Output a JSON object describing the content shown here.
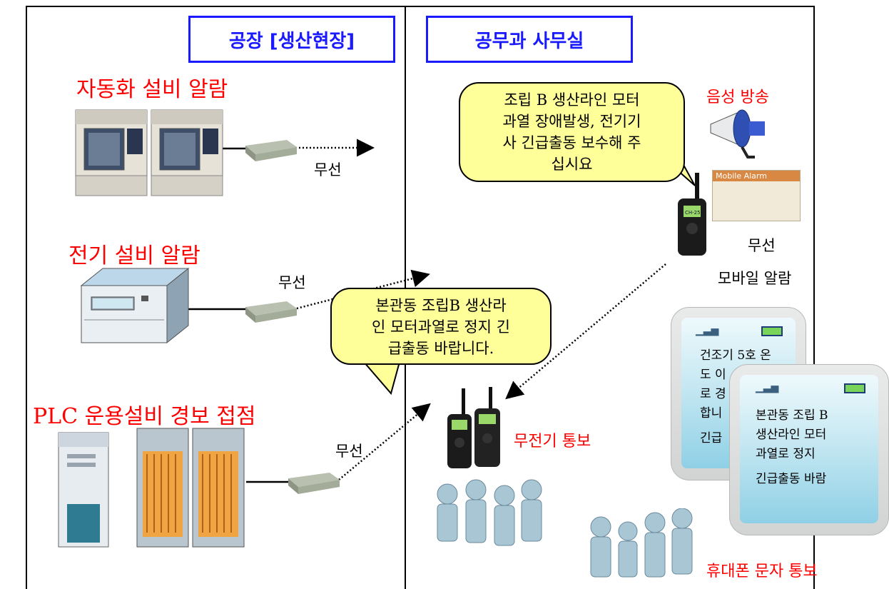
{
  "headers": {
    "factory": "공장 [생산현장]",
    "office": "공무과 사무실"
  },
  "factory": {
    "automation_label": "자동화 설비 알람",
    "electric_label": "전기 설비 알람",
    "plc_label": "PLC 운용설비 경보 접점",
    "wireless_1": "무선",
    "wireless_2": "무선",
    "wireless_3": "무선"
  },
  "callouts": {
    "top": [
      "조립 B 생산라인 모터",
      "과열 장애발생, 전기기",
      "사 긴급출동 보수해 주",
      "십시요"
    ],
    "middle": [
      "본관동 조립B 생산라",
      "인 모터과열로 정지 긴",
      "급출동 바랍니다."
    ]
  },
  "office": {
    "voice_broadcast": "음성 방송",
    "wireless": "무선",
    "mobile_alarm": "모바일 알람",
    "mobile_alarm_device_label": "Mobile Alarm",
    "radio_notice": "무전기 통보",
    "sms_notice": "휴대폰 문자 통보",
    "radio_screen_text": "CH-25"
  },
  "phones": {
    "back": [
      "건조기 5호 온",
      "도 이",
      "로 경",
      "합니",
      "긴급"
    ],
    "front": [
      "본관동 조립 B",
      "생산라인 모터",
      "과열로 정지",
      "긴급출동 바람"
    ]
  },
  "colors": {
    "header_blue": "#1a1aff",
    "label_red": "#ff0000",
    "callout_yellow": "#ffff99",
    "phone_screen": "#8fd0e6"
  }
}
